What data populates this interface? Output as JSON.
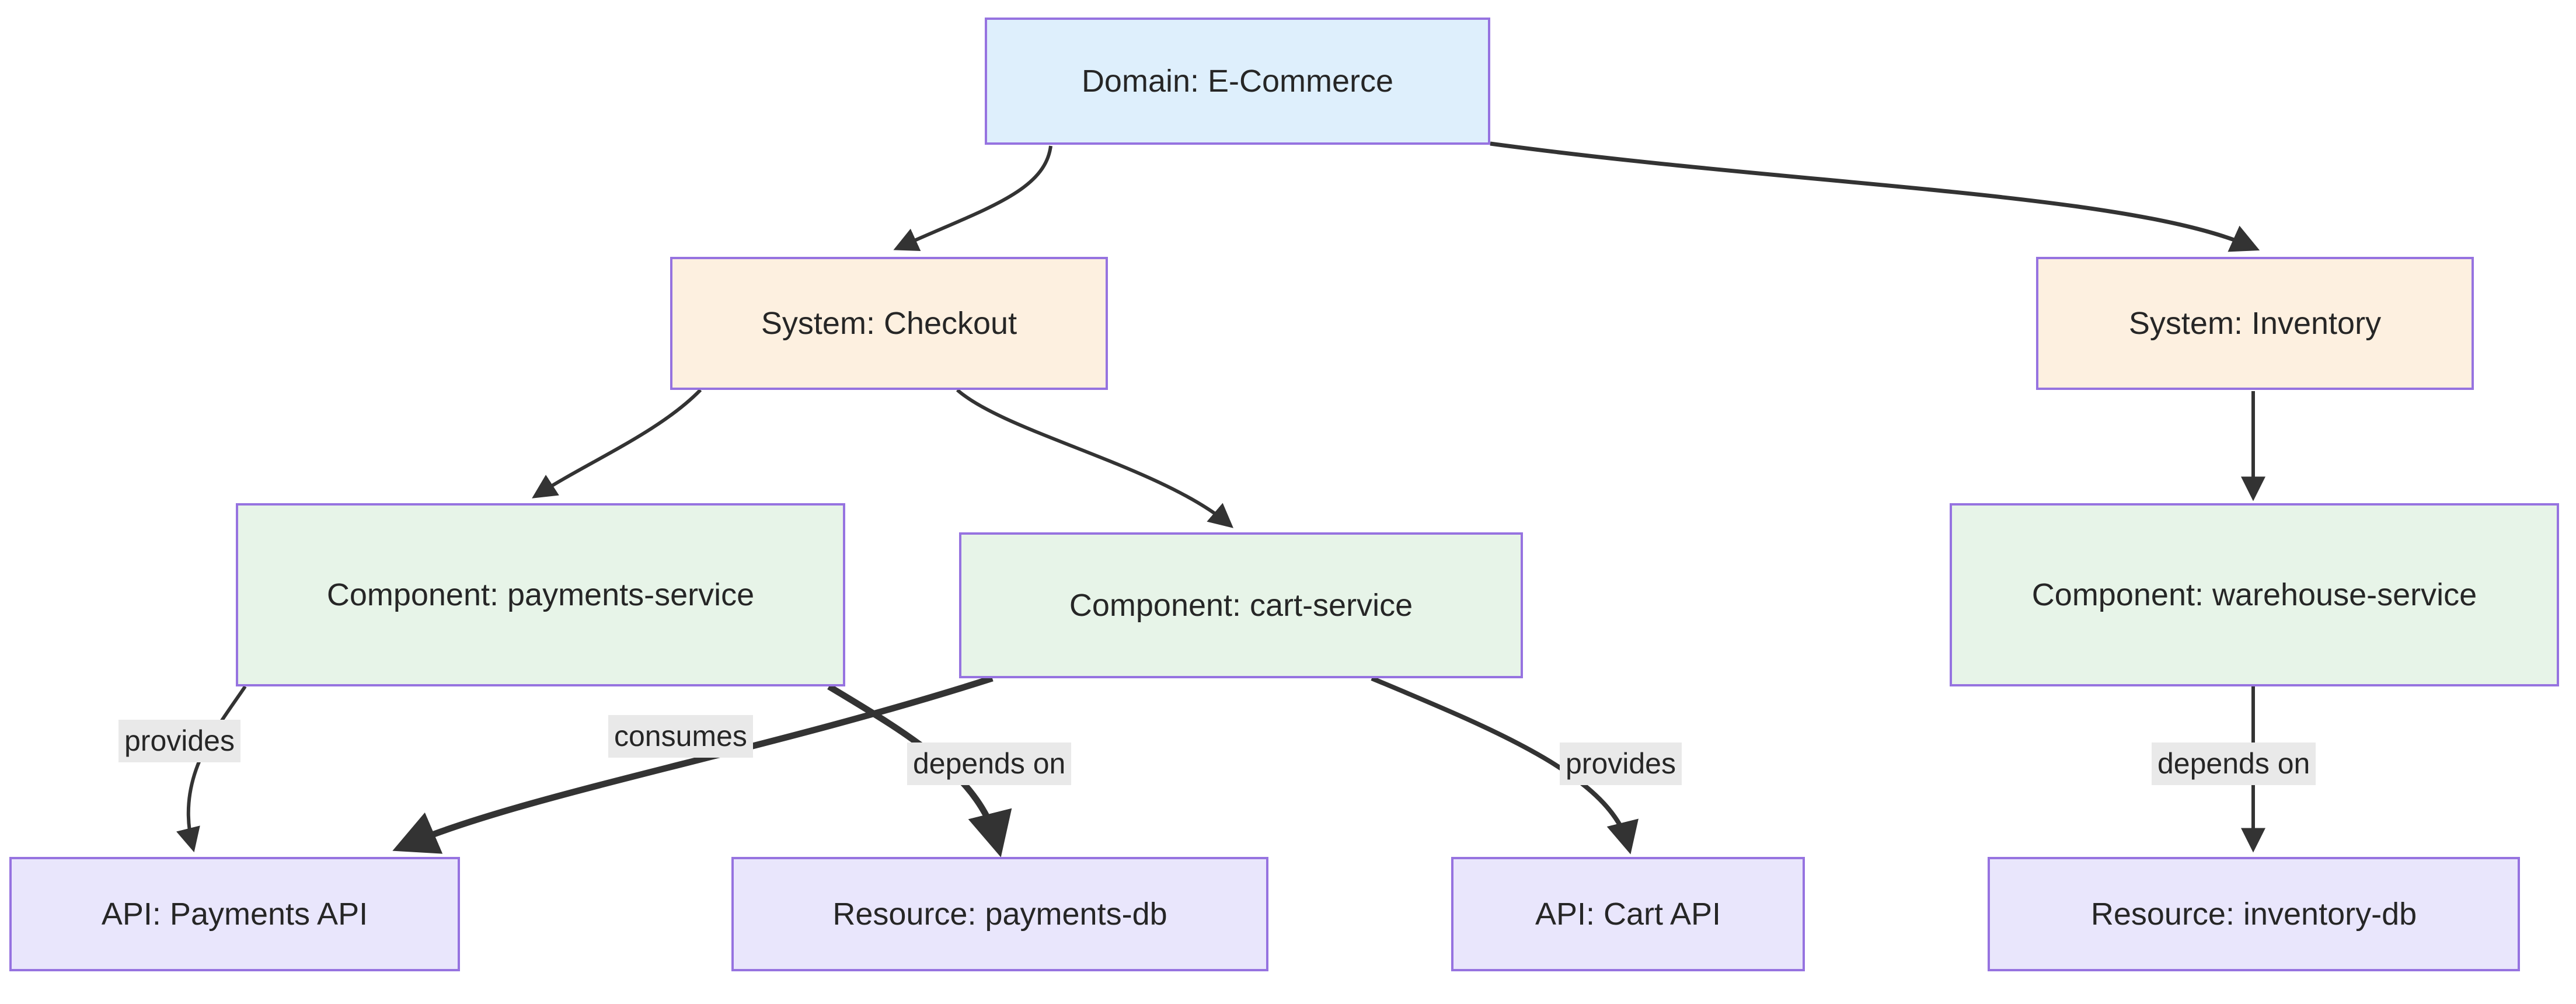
{
  "diagram": {
    "kind": "architecture-hierarchy-flowchart",
    "direction": "top-down",
    "background_color": "#ffffff",
    "node_border_color": "#9673e0",
    "edge_color": "#333333",
    "edge_label_background": "#e9e9e9",
    "text_color": "#262626"
  },
  "nodes": {
    "domain_ecommerce": {
      "label": "Domain: E-Commerce",
      "type": "Domain",
      "fill": "#deeffc",
      "level": 1
    },
    "system_checkout": {
      "label": "System: Checkout",
      "type": "System",
      "fill": "#fdf0e0",
      "level": 2
    },
    "system_inventory": {
      "label": "System: Inventory",
      "type": "System",
      "fill": "#fdf0e0",
      "level": 2
    },
    "component_payments_service": {
      "label": "Component: payments-service",
      "type": "Component",
      "fill": "#e7f4e8",
      "level": 3
    },
    "component_cart_service": {
      "label": "Component: cart-service",
      "type": "Component",
      "fill": "#e7f4e8",
      "level": 3
    },
    "component_warehouse_service": {
      "label": "Component: warehouse-service",
      "type": "Component",
      "fill": "#e7f4e8",
      "level": 3
    },
    "api_payments": {
      "label": "API: Payments API",
      "type": "API",
      "fill": "#e9e6fc",
      "level": 4
    },
    "resource_payments_db": {
      "label": "Resource: payments-db",
      "type": "Resource",
      "fill": "#e9e6fc",
      "level": 4
    },
    "api_cart": {
      "label": "API: Cart API",
      "type": "API",
      "fill": "#e9e6fc",
      "level": 4
    },
    "resource_inventory_db": {
      "label": "Resource: inventory-db",
      "type": "Resource",
      "fill": "#e9e6fc",
      "level": 4
    }
  },
  "edges": [
    {
      "from": "domain_ecommerce",
      "to": "system_checkout",
      "label": ""
    },
    {
      "from": "domain_ecommerce",
      "to": "system_inventory",
      "label": ""
    },
    {
      "from": "system_checkout",
      "to": "component_payments_service",
      "label": ""
    },
    {
      "from": "system_checkout",
      "to": "component_cart_service",
      "label": ""
    },
    {
      "from": "system_inventory",
      "to": "component_warehouse_service",
      "label": ""
    },
    {
      "from": "component_payments_service",
      "to": "api_payments",
      "label": "provides"
    },
    {
      "from": "component_cart_service",
      "to": "api_payments",
      "label": "consumes"
    },
    {
      "from": "component_payments_service",
      "to": "resource_payments_db",
      "label": "depends on"
    },
    {
      "from": "component_cart_service",
      "to": "api_cart",
      "label": "provides"
    },
    {
      "from": "component_warehouse_service",
      "to": "resource_inventory_db",
      "label": "depends on"
    }
  ],
  "edge_labels": {
    "provides_payments": "provides",
    "consumes_payments_api": "consumes",
    "depends_on_payments_db": "depends on",
    "provides_cart": "provides",
    "depends_on_inventory_db": "depends on"
  }
}
